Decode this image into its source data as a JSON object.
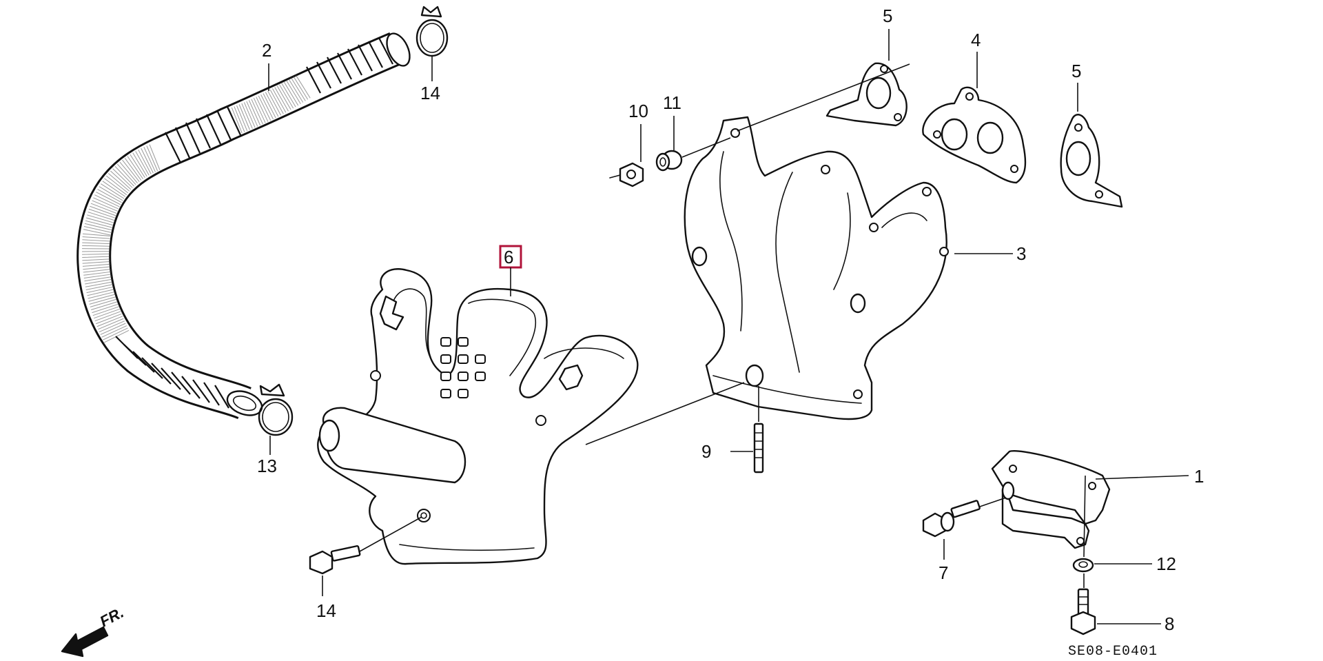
{
  "diagram": {
    "code": "SE08-E0401",
    "direction": "FR.",
    "highlight_color": "#b0133a",
    "callouts": [
      {
        "id": "1",
        "text": "1"
      },
      {
        "id": "2",
        "text": "2"
      },
      {
        "id": "3",
        "text": "3"
      },
      {
        "id": "4",
        "text": "4"
      },
      {
        "id": "5a",
        "text": "5"
      },
      {
        "id": "5b",
        "text": "5"
      },
      {
        "id": "6",
        "text": "6",
        "highlighted": true
      },
      {
        "id": "7",
        "text": "7"
      },
      {
        "id": "8",
        "text": "8"
      },
      {
        "id": "9",
        "text": "9"
      },
      {
        "id": "10",
        "text": "10"
      },
      {
        "id": "11",
        "text": "11"
      },
      {
        "id": "12",
        "text": "12"
      },
      {
        "id": "13",
        "text": "13"
      },
      {
        "id": "14a",
        "text": "14"
      },
      {
        "id": "14b",
        "text": "14"
      }
    ]
  }
}
